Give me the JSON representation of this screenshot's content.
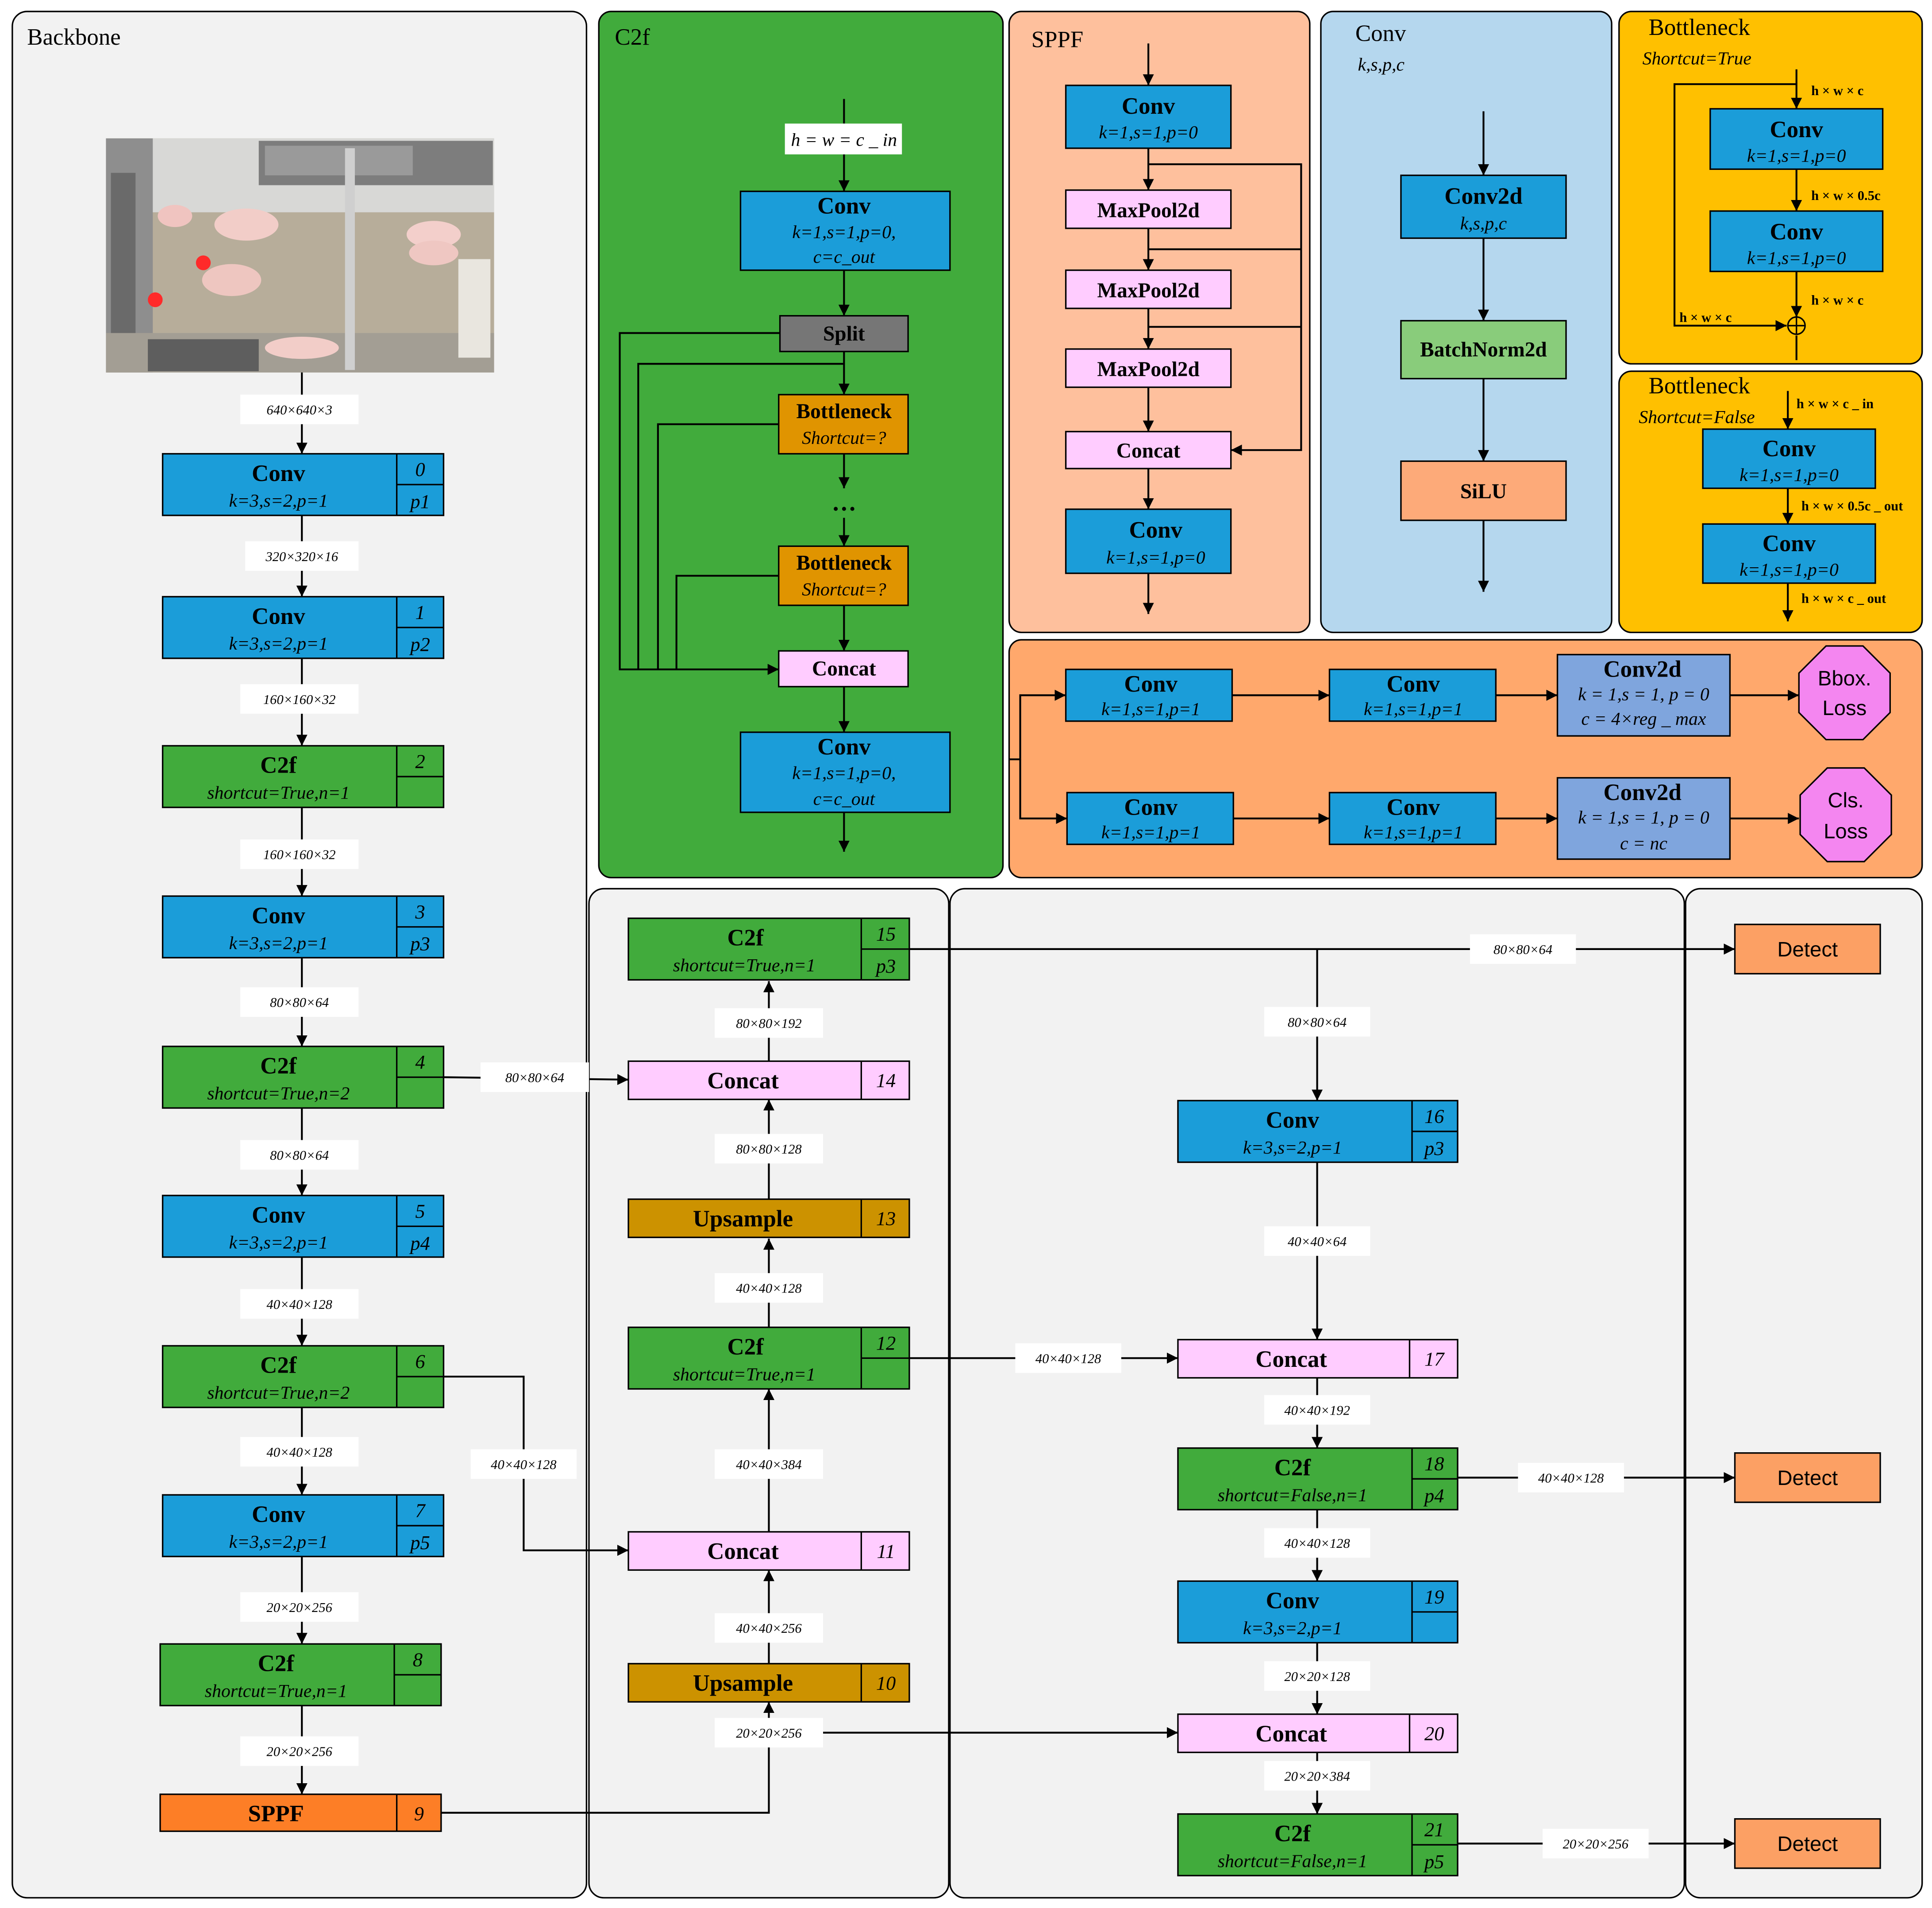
{
  "panels": {
    "backbone": "Backbone",
    "c2f": "C2f",
    "sppf": "SPPF",
    "conv": "Conv",
    "conv_sub": "k,s,p,c",
    "bneck_true": "Bottleneck",
    "bneck_true_sub": "Shortcut=True",
    "bneck_false": "Bottleneck",
    "bneck_false_sub": "Shortcut=False"
  },
  "backbone": {
    "input_label": "640×640×3",
    "blocks": [
      {
        "title": "Conv",
        "param": "k=3,s=2,p=1",
        "idx": "0",
        "tag": "p1",
        "type": "conv"
      },
      {
        "title": "Conv",
        "param": "k=3,s=2,p=1",
        "idx": "1",
        "tag": "p2",
        "type": "conv"
      },
      {
        "title": "C2f",
        "param": "shortcut=True,n=1",
        "idx": "2",
        "tag": "",
        "type": "c2f"
      },
      {
        "title": "Conv",
        "param": "k=3,s=2,p=1",
        "idx": "3",
        "tag": "p3",
        "type": "conv"
      },
      {
        "title": "C2f",
        "param": "shortcut=True,n=2",
        "idx": "4",
        "tag": "",
        "type": "c2f"
      },
      {
        "title": "Conv",
        "param": "k=3,s=2,p=1",
        "idx": "5",
        "tag": "p4",
        "type": "conv"
      },
      {
        "title": "C2f",
        "param": "shortcut=True,n=2",
        "idx": "6",
        "tag": "",
        "type": "c2f"
      },
      {
        "title": "Conv",
        "param": "k=3,s=2,p=1",
        "idx": "7",
        "tag": "p5",
        "type": "conv"
      },
      {
        "title": "C2f",
        "param": "shortcut=True,n=1",
        "idx": "8",
        "tag": "",
        "type": "c2f"
      },
      {
        "title": "SPPF",
        "param": "",
        "idx": "9",
        "tag": "",
        "type": "sppf"
      }
    ],
    "shapes": [
      "320×320×16",
      "160×160×32",
      "160×160×32",
      "80×80×64",
      "80×80×64",
      "40×40×128",
      "40×40×128",
      "20×20×256",
      "20×20×256"
    ]
  },
  "neck": {
    "blocks": [
      {
        "title": "Upsample",
        "idx": "10",
        "param": "",
        "tag": "",
        "type": "up"
      },
      {
        "title": "Concat",
        "idx": "11",
        "param": "",
        "tag": "",
        "type": "concat"
      },
      {
        "title": "C2f",
        "idx": "12",
        "param": "shortcut=True,n=1",
        "tag": "",
        "type": "c2f"
      },
      {
        "title": "Upsample",
        "idx": "13",
        "param": "",
        "tag": "",
        "type": "up"
      },
      {
        "title": "Concat",
        "idx": "14",
        "param": "",
        "tag": "",
        "type": "concat"
      },
      {
        "title": "C2f",
        "idx": "15",
        "param": "shortcut=True,n=1",
        "tag": "p3",
        "type": "c2f"
      },
      {
        "title": "Conv",
        "idx": "16",
        "param": "k=3,s=2,p=1",
        "tag": "p3",
        "type": "conv"
      },
      {
        "title": "Concat",
        "idx": "17",
        "param": "",
        "tag": "",
        "type": "concat"
      },
      {
        "title": "C2f",
        "idx": "18",
        "param": "shortcut=False,n=1",
        "tag": "p4",
        "type": "c2f"
      },
      {
        "title": "Conv",
        "idx": "19",
        "param": "k=3,s=2,p=1",
        "tag": "",
        "type": "conv"
      },
      {
        "title": "Concat",
        "idx": "20",
        "param": "",
        "tag": "",
        "type": "concat"
      },
      {
        "title": "C2f",
        "idx": "21",
        "param": "shortcut=False,n=1",
        "tag": "p5",
        "type": "c2f"
      }
    ],
    "shapes": {
      "s9_out": "20×20×256",
      "s10_11": "40×40×256",
      "s6_11": "40×40×128",
      "s11_12": "40×40×384",
      "s12_13": "40×40×128",
      "s13_14": "80×80×128",
      "s4_14": "80×80×64",
      "s14_15": "80×80×192",
      "s15_det": "80×80×64",
      "s15_16": "80×80×64",
      "s16_17": "40×40×64",
      "s12_17": "40×40×128",
      "s17_18": "40×40×192",
      "s18_det": "40×40×128",
      "s18_19": "40×40×128",
      "s19_20": "20×20×128",
      "s20_21": "20×20×384",
      "s21_det": "20×20×256"
    },
    "detect": [
      "Detect",
      "Detect",
      "Detect"
    ]
  },
  "c2f_detail": {
    "input": "h = w = c _ in",
    "conv1_title": "Conv",
    "conv1_line1": "k=1,s=1,p=0,",
    "conv1_line2": "c=c_out",
    "split": "Split",
    "bneck1": "Bottleneck",
    "bneck1_sub": "Shortcut=?",
    "dots": "…",
    "bneck2": "Bottleneck",
    "bneck2_sub": "Shortcut=?",
    "concat": "Concat",
    "conv2_title": "Conv",
    "conv2_line1": "k=1,s=1,p=0,",
    "conv2_line2": "c=c_out"
  },
  "sppf_detail": {
    "conv1": "Conv",
    "conv1_param": "k=1,s=1,p=0",
    "pool": [
      "MaxPool2d",
      "MaxPool2d",
      "MaxPool2d"
    ],
    "concat": "Concat",
    "conv2": "Conv",
    "conv2_param": "k=1,s=1,p=0"
  },
  "conv_detail": {
    "conv2d": "Conv2d",
    "conv2d_param": "k,s,p,c",
    "bn": "BatchNorm2d",
    "act": "SiLU"
  },
  "bneck_true_detail": {
    "in_label": "h × w × c",
    "conv1": "Conv",
    "conv1_param": "k=1,s=1,p=0",
    "mid_label": "h × w × 0.5c",
    "conv2": "Conv",
    "conv2_param": "k=1,s=1,p=0",
    "out_label": "h × w × c",
    "skip_label": "h × w × c"
  },
  "bneck_false_detail": {
    "in_label": "h × w × c _ in",
    "conv1": "Conv",
    "conv1_param": "k=1,s=1,p=0",
    "mid_label": "h × w × 0.5c _ out",
    "conv2": "Conv",
    "conv2_param": "k=1,s=1,p=0",
    "out_label": "h × w × c _ out"
  },
  "head_detail": {
    "convA": "Conv",
    "convA_param": "k=1,s=1,p=1",
    "convB": "Conv",
    "convB_param": "k=1,s=1,p=1",
    "conv2d_bbox": "Conv2d",
    "conv2d_bbox_l1": "k = 1,s = 1, p = 0",
    "conv2d_bbox_l2": "c = 4×reg _ max",
    "bbox_loss_1": "Bbox.",
    "bbox_loss_2": "Loss",
    "convC": "Conv",
    "convC_param": "k=1,s=1,p=1",
    "convD": "Conv",
    "convD_param": "k=1,s=1,p=1",
    "conv2d_cls": "Conv2d",
    "conv2d_cls_l1": "k = 1,s = 1, p = 0",
    "conv2d_cls_l2": "c = nc",
    "cls_loss_1": "Cls.",
    "cls_loss_2": "Loss"
  },
  "colors": {
    "conv": "#1b9dd9",
    "c2f": "#41ab3c",
    "sppf": "#fd7e26",
    "concat": "#ffccff",
    "upsample": "#cc9200",
    "split": "#767676",
    "bottleneck": "#e09400",
    "conv2d_head": "#7fa5dd",
    "batchnorm": "#89cc7b",
    "silu": "#fdaa79",
    "loss": "#f486f0",
    "detect": "#fca064",
    "panel_grey": "#f2f2f2",
    "panel_green": "#41ab3c",
    "panel_peach": "#fec09d",
    "panel_blue": "#b5d7ee",
    "panel_yellow": "#ffc000",
    "panel_orange": "#ffa86c"
  }
}
